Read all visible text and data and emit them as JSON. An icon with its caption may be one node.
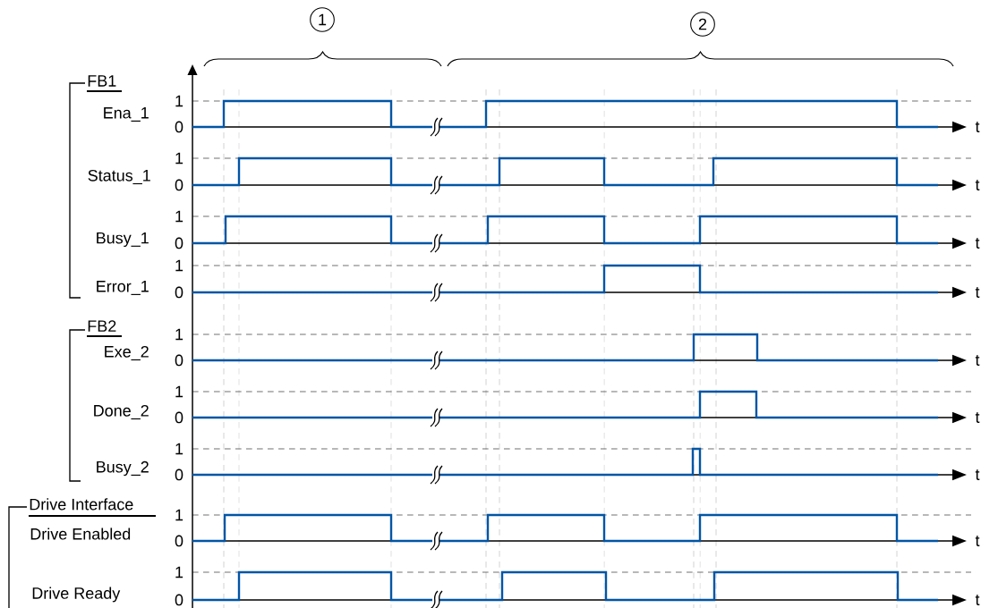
{
  "diagram": {
    "labels": [
      "1",
      "2",
      "FB1",
      "1",
      "Ena_1",
      "0",
      "t",
      "1",
      "Status_1",
      "0",
      "t",
      "1",
      "Busy_1",
      "0",
      "t",
      "1",
      "Error_1",
      "0",
      "t",
      "FB2",
      "1",
      "Exe_2",
      "0",
      "t",
      "1",
      "Done_2",
      "0",
      "t",
      "1",
      "Busy_2",
      "0",
      "t",
      "Drive Interface",
      "1",
      "Drive Enabled",
      "0",
      "t",
      "1",
      "Drive Ready",
      "0",
      "t"
    ]
  }
}
